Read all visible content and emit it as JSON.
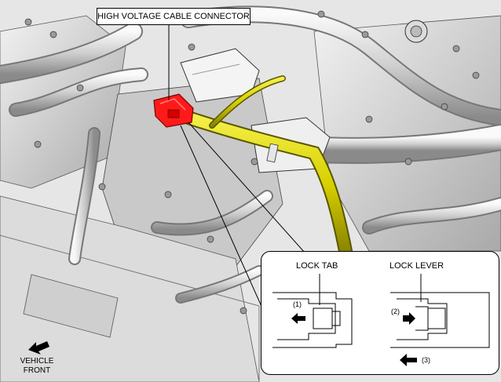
{
  "callout": {
    "label": "HIGH VOLTAGE CABLE CONNECTOR"
  },
  "inset": {
    "lock_tab_label": "LOCK TAB",
    "lock_lever_label": "LOCK LEVER",
    "step1": "(1)",
    "step2": "(2)",
    "step3": "(3)"
  },
  "orientation": {
    "line1": "VEHICLE",
    "line2": "FRONT"
  },
  "colors": {
    "connector": "#ff1a1a",
    "cable": "#d7d000",
    "outline": "#000000",
    "engine_light": "#e8e8e8",
    "engine_mid": "#bdbdbd",
    "engine_dark": "#6e6e6e"
  }
}
